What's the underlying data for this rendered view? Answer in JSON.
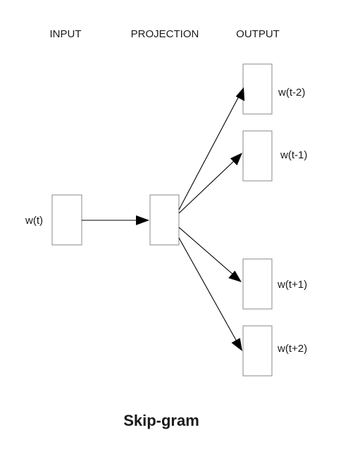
{
  "diagram": {
    "title": "Skip-gram",
    "columns": {
      "input": "INPUT",
      "projection": "PROJECTION",
      "output": "OUTPUT"
    },
    "input_label": "w(t)",
    "outputs": [
      "w(t-2)",
      "w(t-1)",
      "w(t+1)",
      "w(t+2)"
    ]
  }
}
